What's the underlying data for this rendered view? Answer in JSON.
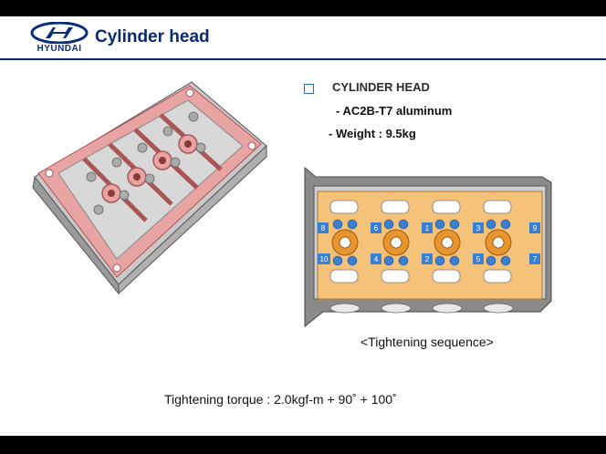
{
  "brand": {
    "name": "HYUNDAI"
  },
  "slide": {
    "title": "Cylinder head"
  },
  "spec": {
    "heading": "CYLINDER HEAD",
    "material": "- AC2B-T7 aluminum",
    "weight": "- Weight : 9.5kg"
  },
  "diagram": {
    "caption": "<Tightening sequence>",
    "bolts_top": [
      "8",
      "6",
      "1",
      "3",
      "9"
    ],
    "bolts_bottom": [
      "10",
      "4",
      "2",
      "5",
      "7"
    ]
  },
  "torque": {
    "text": "Tightening torque : 2.0kgf-m + 90˚ + 100˚"
  },
  "colors": {
    "brand_blue": "#0a2f7a",
    "head_pink": "#e8a3a3",
    "diagram_orange": "#f5c27a",
    "bolt_blue": "#3a7fd0"
  }
}
